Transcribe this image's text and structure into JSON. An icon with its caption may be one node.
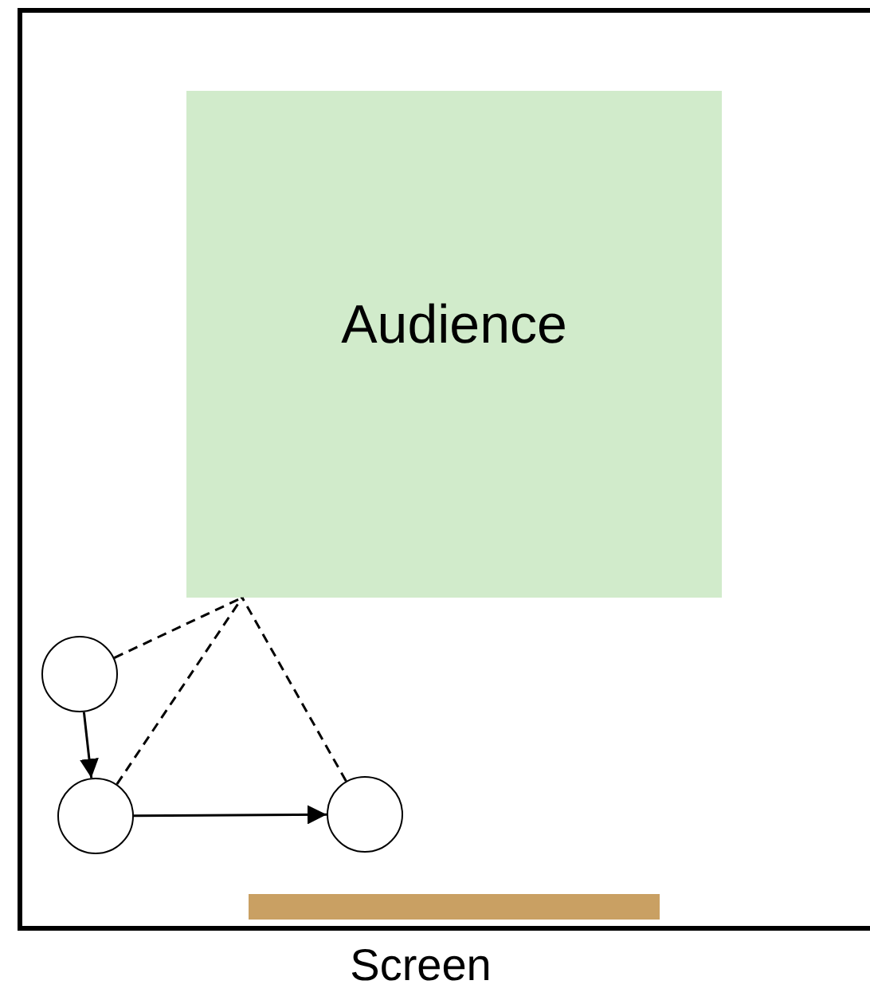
{
  "diagram": {
    "nodes": [
      {
        "text": [
          "Audience"
        ]
      },
      {
        "text": [],
        "shape": "circle"
      },
      {
        "text": [],
        "shape": "circle"
      },
      {
        "text": [],
        "shape": "circle"
      },
      {
        "text": [],
        "shape": "bar",
        "beside": [
          "Screen"
        ]
      }
    ],
    "edges": [
      {
        "from": 1,
        "to": 2,
        "arrow": "to"
      },
      {
        "from": 2,
        "to": 3,
        "arrow": "to"
      },
      {
        "from": 1,
        "to": 0,
        "arrow": "none",
        "style": "dashed"
      },
      {
        "from": 2,
        "to": 0,
        "arrow": "none",
        "style": "dashed"
      },
      {
        "from": 3,
        "to": 0,
        "arrow": "none",
        "style": "dashed"
      }
    ]
  }
}
